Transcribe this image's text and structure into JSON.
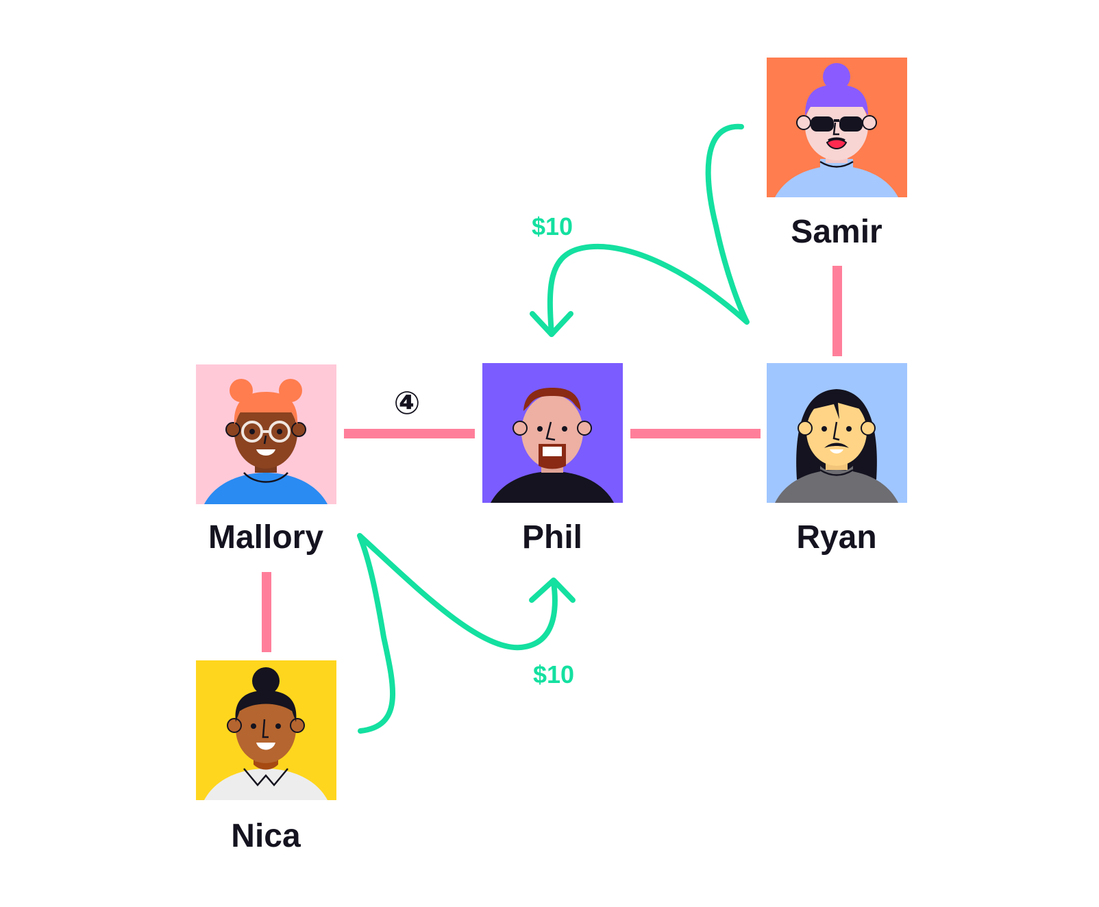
{
  "colors": {
    "connection": "#ff7f9a",
    "money_flow": "#14e0a0",
    "text": "#14131f"
  },
  "people": {
    "samir": {
      "name": "Samir",
      "tile_color": "#ff7d4e"
    },
    "mallory": {
      "name": "Mallory",
      "tile_color": "#ffc9d8"
    },
    "phil": {
      "name": "Phil",
      "tile_color": "#7b5cff"
    },
    "ryan": {
      "name": "Ryan",
      "tile_color": "#a0c6ff"
    },
    "nica": {
      "name": "Nica",
      "tile_color": "#ffd61e"
    }
  },
  "edges": [
    {
      "from": "Samir",
      "to": "Ryan"
    },
    {
      "from": "Mallory",
      "to": "Phil",
      "badge": "④"
    },
    {
      "from": "Phil",
      "to": "Ryan"
    },
    {
      "from": "Mallory",
      "to": "Nica"
    }
  ],
  "payments": [
    {
      "from": "Samir",
      "via": "Ryan",
      "to": "Phil",
      "amount": "$10"
    },
    {
      "from": "Nica",
      "via": "Mallory",
      "to": "Phil",
      "amount": "$10"
    }
  ]
}
